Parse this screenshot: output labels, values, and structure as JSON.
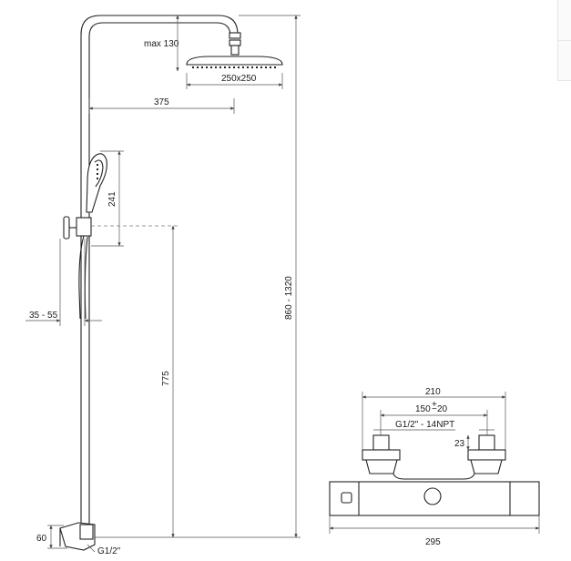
{
  "dimensions": {
    "max_height_head": "max 130",
    "head_size": "250x250",
    "arm_length": "375",
    "hand_shower_height": "241",
    "wall_distance": "35 - 55",
    "bar_height": "775",
    "total_height": "860 - 1320",
    "elbow_height": "60",
    "elbow_thread": "G1/2\"",
    "mixer_width": "210",
    "mixer_spacing": "150",
    "mixer_tolerance": "20",
    "mixer_thread": "G1/2\" - 14NPT",
    "mixer_connector": "23",
    "mixer_body_width": "295"
  }
}
